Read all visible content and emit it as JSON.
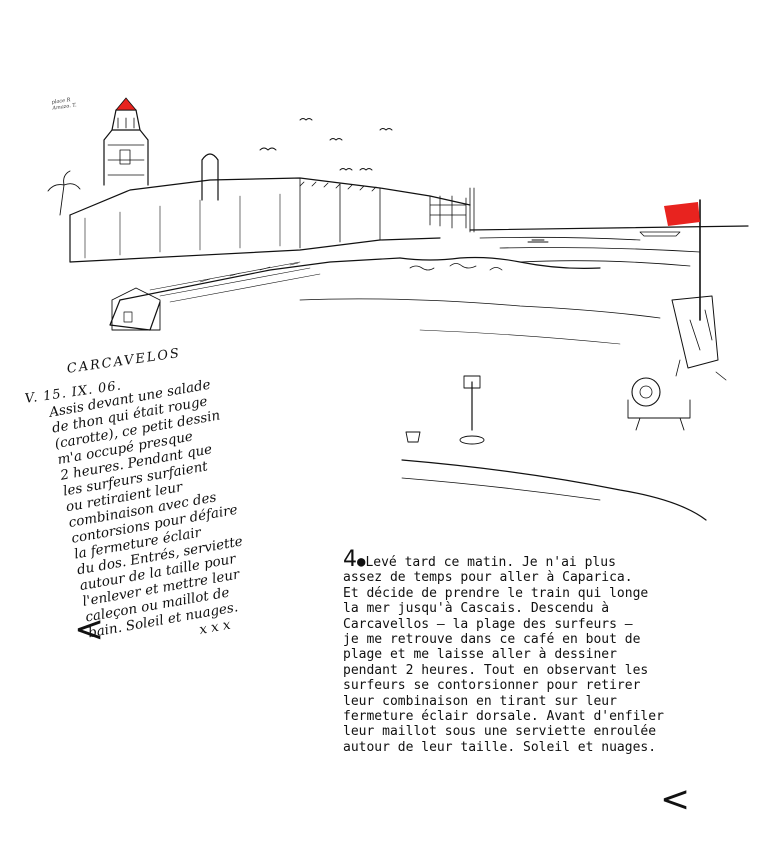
{
  "sketch": {
    "title_handwritten": "CARCAVELOS",
    "date_handwritten": "V. 15. IX. 06.",
    "notes_handwritten": [
      "Assis devant une salade",
      "de thon qui était rouge",
      "(carotte), ce petit dessin",
      "m'a occupé presque",
      "2 heures. Pendant que",
      "les surfeurs surfaient",
      "ou retiraient leur",
      "combinaison avec des",
      "contorsions pour défaire",
      "la fermeture éclair",
      "du dos. Entrés, serviette",
      "autour de la taille pour",
      "l'enlever et mettre leur",
      "caleçon ou maillot de",
      "bain. Soleil et nuages.",
      "x x x"
    ],
    "tiny_note": [
      "place R",
      "Amazo. T."
    ],
    "colors": {
      "ink": "#111111",
      "flag": "#e8231f",
      "roof": "#e8231f"
    }
  },
  "entry": {
    "number": "4",
    "lines": [
      "Levé tard ce matin. Je n'ai plus",
      "assez de temps pour aller à Caparica.",
      "Et décide de prendre le train qui longe",
      "la mer jusqu'à Cascais. Descendu à",
      "Carcavellos — la plage des surfeurs —",
      "je me retrouve dans ce café en bout de",
      "plage et me laisse aller à dessiner",
      "pendant 2 heures. Tout en observant les",
      "surfeurs se contorsionner pour retirer",
      "leur combinaison en tirant sur leur",
      "fermeture éclair dorsale. Avant d'enfiler",
      "leur maillot sous une serviette enroulée",
      "autour de leur taille. Soleil et nuages."
    ]
  },
  "nav": {
    "left_glyph": "<",
    "right_glyph": "<"
  }
}
